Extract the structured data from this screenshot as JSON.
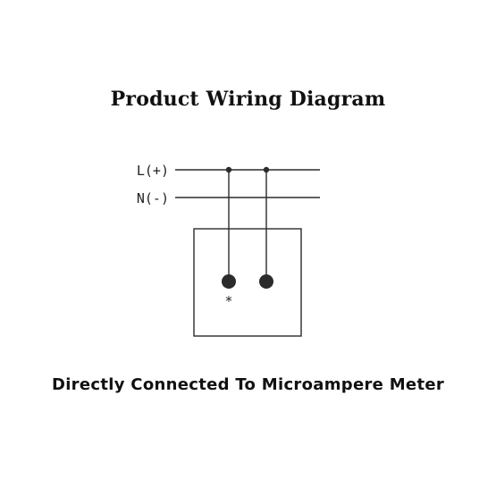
{
  "title": "Product Wiring Diagram",
  "caption": "Directly Connected To Microampere Meter",
  "wires": {
    "live_label": "L(+)",
    "neutral_label": "N(-)"
  },
  "device": {
    "terminal_marker": "*"
  },
  "colors": {
    "line": "#2b2b2b",
    "terminal": "#2b2b2b",
    "text": "#111111"
  }
}
